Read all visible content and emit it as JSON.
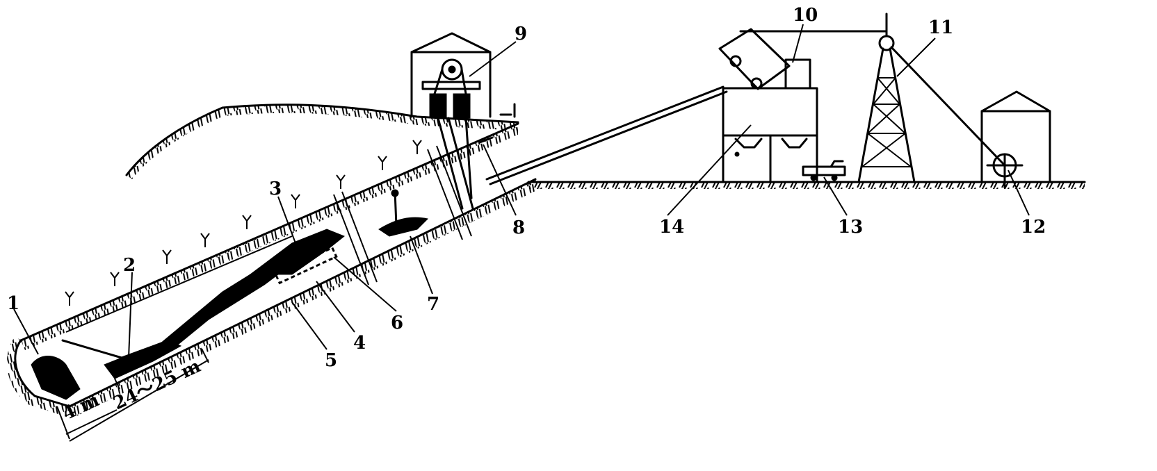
{
  "title": "Inclined shaft mining system diagram",
  "labels": [
    "1",
    "2",
    "3",
    "4",
    "5",
    "6",
    "7",
    "8",
    "9",
    "10",
    "11",
    "12",
    "13",
    "14"
  ],
  "dimensions": {
    "short": "4 m",
    "long": "24～25 m"
  },
  "colors": {
    "ink": "#000000",
    "background": "#ffffff"
  }
}
